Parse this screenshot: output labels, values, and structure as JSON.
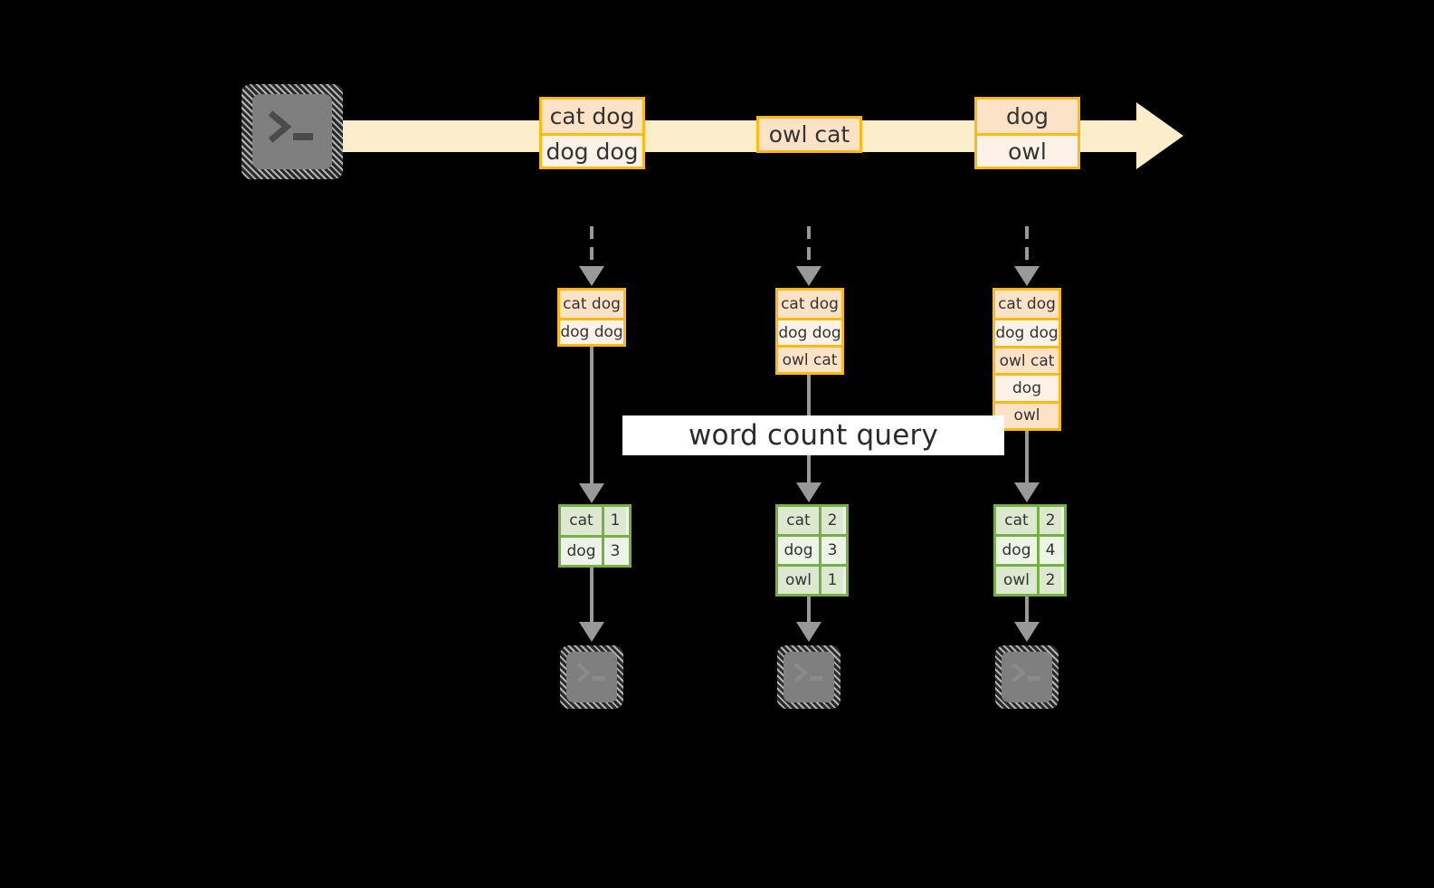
{
  "diagram": {
    "source": {
      "icon": "terminal-icon",
      "prompt_glyph": ">",
      "cursor_glyph": "_"
    },
    "stream": {
      "label": "",
      "messages": [
        {
          "id": "m1",
          "rows": [
            "cat dog",
            "dog dog"
          ]
        },
        {
          "id": "m2",
          "rows": [
            "owl cat"
          ]
        },
        {
          "id": "m3",
          "rows": [
            "dog",
            "owl"
          ]
        }
      ]
    },
    "query": {
      "label": "word count query"
    },
    "columns": [
      {
        "id": "t1",
        "snapshot": [
          "cat dog",
          "dog dog"
        ],
        "result": {
          "rows": [
            {
              "word": "cat",
              "count": "1"
            },
            {
              "word": "dog",
              "count": "3"
            }
          ]
        },
        "sink": {
          "icon": "terminal-icon",
          "prompt_glyph": ">",
          "cursor_glyph": "_"
        }
      },
      {
        "id": "t2",
        "snapshot": [
          "cat dog",
          "dog dog",
          "owl cat"
        ],
        "result": {
          "rows": [
            {
              "word": "cat",
              "count": "2"
            },
            {
              "word": "dog",
              "count": "3"
            },
            {
              "word": "owl",
              "count": "1"
            }
          ]
        },
        "sink": {
          "icon": "terminal-icon",
          "prompt_glyph": ">",
          "cursor_glyph": "_"
        }
      },
      {
        "id": "t3",
        "snapshot": [
          "cat dog",
          "dog dog",
          "owl cat",
          "dog",
          "owl"
        ],
        "result": {
          "rows": [
            {
              "word": "cat",
              "count": "2"
            },
            {
              "word": "dog",
              "count": "4"
            },
            {
              "word": "owl",
              "count": "2"
            }
          ]
        },
        "sink": {
          "icon": "terminal-icon",
          "prompt_glyph": ">",
          "cursor_glyph": "_"
        }
      }
    ],
    "colors": {
      "background": "#000000",
      "stream_fill": "#fdeecb",
      "message_border": "#ffb90f",
      "message_fill_shade": "#fce3c8",
      "message_fill_plain": "#fdf2e7",
      "result_border": "#76b043",
      "result_fill_shade": "#dde8d0",
      "result_fill_plain": "#eef3e7",
      "connector": "#999999",
      "terminal_body": "#7f7f7f",
      "banner_fill": "#ffffff",
      "text": "#333333"
    }
  }
}
